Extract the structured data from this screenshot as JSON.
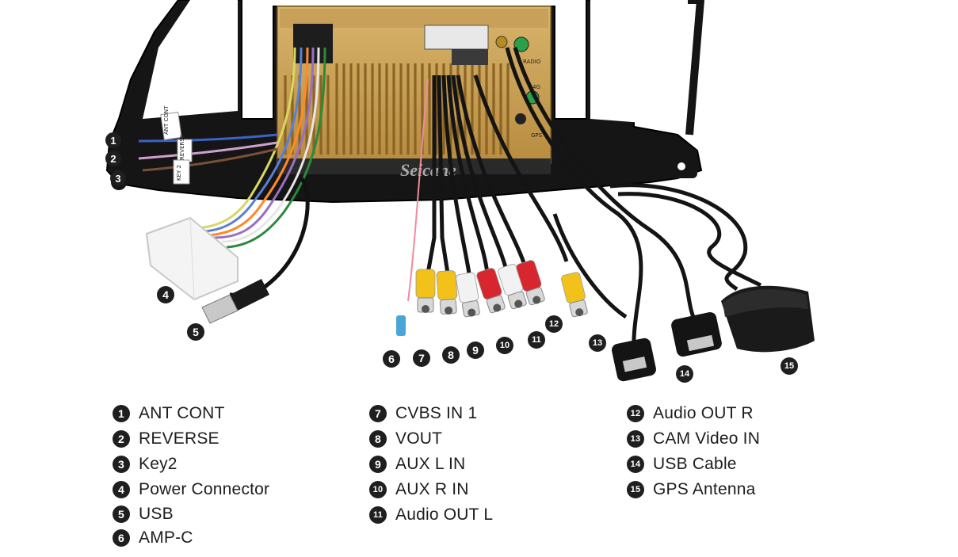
{
  "watermark": "Seicane",
  "unit_labels": {
    "radio": "RADIO",
    "fourg": "4G",
    "gps": "GPS",
    "tag_ant_cont": "ANT CONT",
    "tag_reverse": "REVERSE",
    "tag_key2": "KEY 2"
  },
  "legend": [
    {
      "num": "1",
      "label": "ANT CONT"
    },
    {
      "num": "2",
      "label": "REVERSE"
    },
    {
      "num": "3",
      "label": "Key2"
    },
    {
      "num": "4",
      "label": "Power Connector"
    },
    {
      "num": "5",
      "label": "USB"
    },
    {
      "num": "6",
      "label": "AMP-C"
    },
    {
      "num": "7",
      "label": "CVBS IN 1"
    },
    {
      "num": "8",
      "label": "VOUT"
    },
    {
      "num": "9",
      "label": "AUX L IN"
    },
    {
      "num": "10",
      "label": "AUX R IN"
    },
    {
      "num": "11",
      "label": "Audio OUT L"
    },
    {
      "num": "12",
      "label": "Audio OUT R"
    },
    {
      "num": "13",
      "label": "CAM Video IN"
    },
    {
      "num": "14",
      "label": "USB Cable"
    },
    {
      "num": "15",
      "label": "GPS Antenna"
    }
  ],
  "colors": {
    "frame": "#1a1a1a",
    "unit_gold": "#c9a25a",
    "rca_yellow": "#f2c21a",
    "rca_white": "#f2f2f2",
    "rca_red": "#d8262f",
    "badge": "#1f1f1f"
  }
}
